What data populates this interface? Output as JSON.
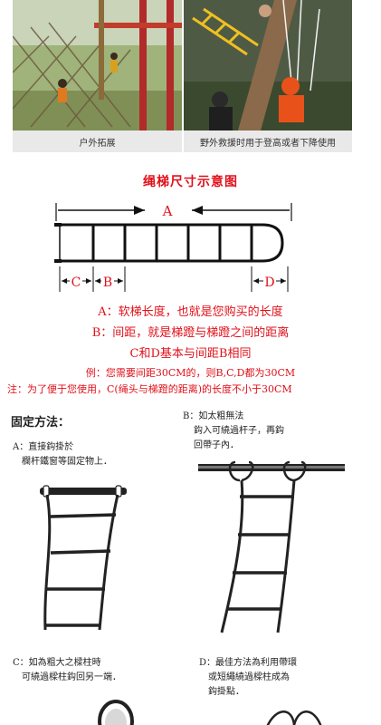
{
  "photos": [
    {
      "caption": "户外拓展"
    },
    {
      "caption": "野外救援时用于登高或者下降使用"
    }
  ],
  "diagram": {
    "title": "绳梯尺寸示意图",
    "label_a": "A",
    "label_b": "B",
    "label_c": "C",
    "label_d": "D"
  },
  "legend": {
    "line1": "A：软梯长度，也就是您购买的长度",
    "line2": "B：间距，就是梯蹬与梯蹬之间的距离",
    "line3": "C和D基本与间距B相同",
    "line4": "例：您需要间距30CM的，则B,C,D都为30CM",
    "line5": "注：为了便于您使用，C(绳头与梯蹬的距离)的长度不小于30CM"
  },
  "fixing": {
    "title": "固定方法：",
    "a": [
      "A：直接鈎掛於",
      "欄杆鐵窗等固定物上．"
    ],
    "b": [
      "B：如太粗無法",
      "鈎入可繞過杆子，再鈎",
      "回帶子內．"
    ],
    "c": [
      "C：如為粗大之樑柱時",
      "可繞過樑柱鈎回另一端．"
    ],
    "d": [
      "D：最佳方法為利用帶環",
      "或短繩繞過樑柱成為",
      "鈎掛點．"
    ]
  },
  "colors": {
    "accent": "#e0101a",
    "caption_bg": "#e9e9e9"
  }
}
